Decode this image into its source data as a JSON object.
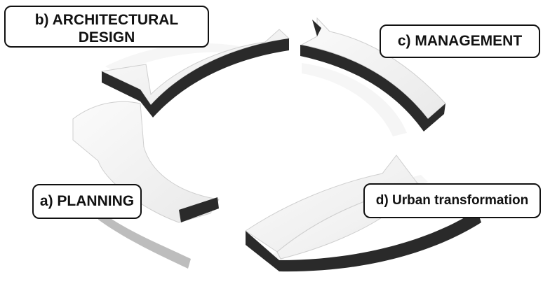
{
  "diagram": {
    "type": "cycle",
    "stages": [
      {
        "id": "a",
        "label": "a) PLANNING"
      },
      {
        "id": "b",
        "label": "b) ARCHITECTURAL\nDESIGN"
      },
      {
        "id": "c",
        "label": "c) MANAGEMENT"
      },
      {
        "id": "d",
        "label": "d) Urban transformation"
      }
    ],
    "colors": {
      "arrow_face": "#f4f4f4",
      "arrow_edge": "#c9c9c9",
      "arrow_side_dark": "#2a2a2a",
      "label_border": "#111111",
      "label_text": "#111111"
    }
  }
}
